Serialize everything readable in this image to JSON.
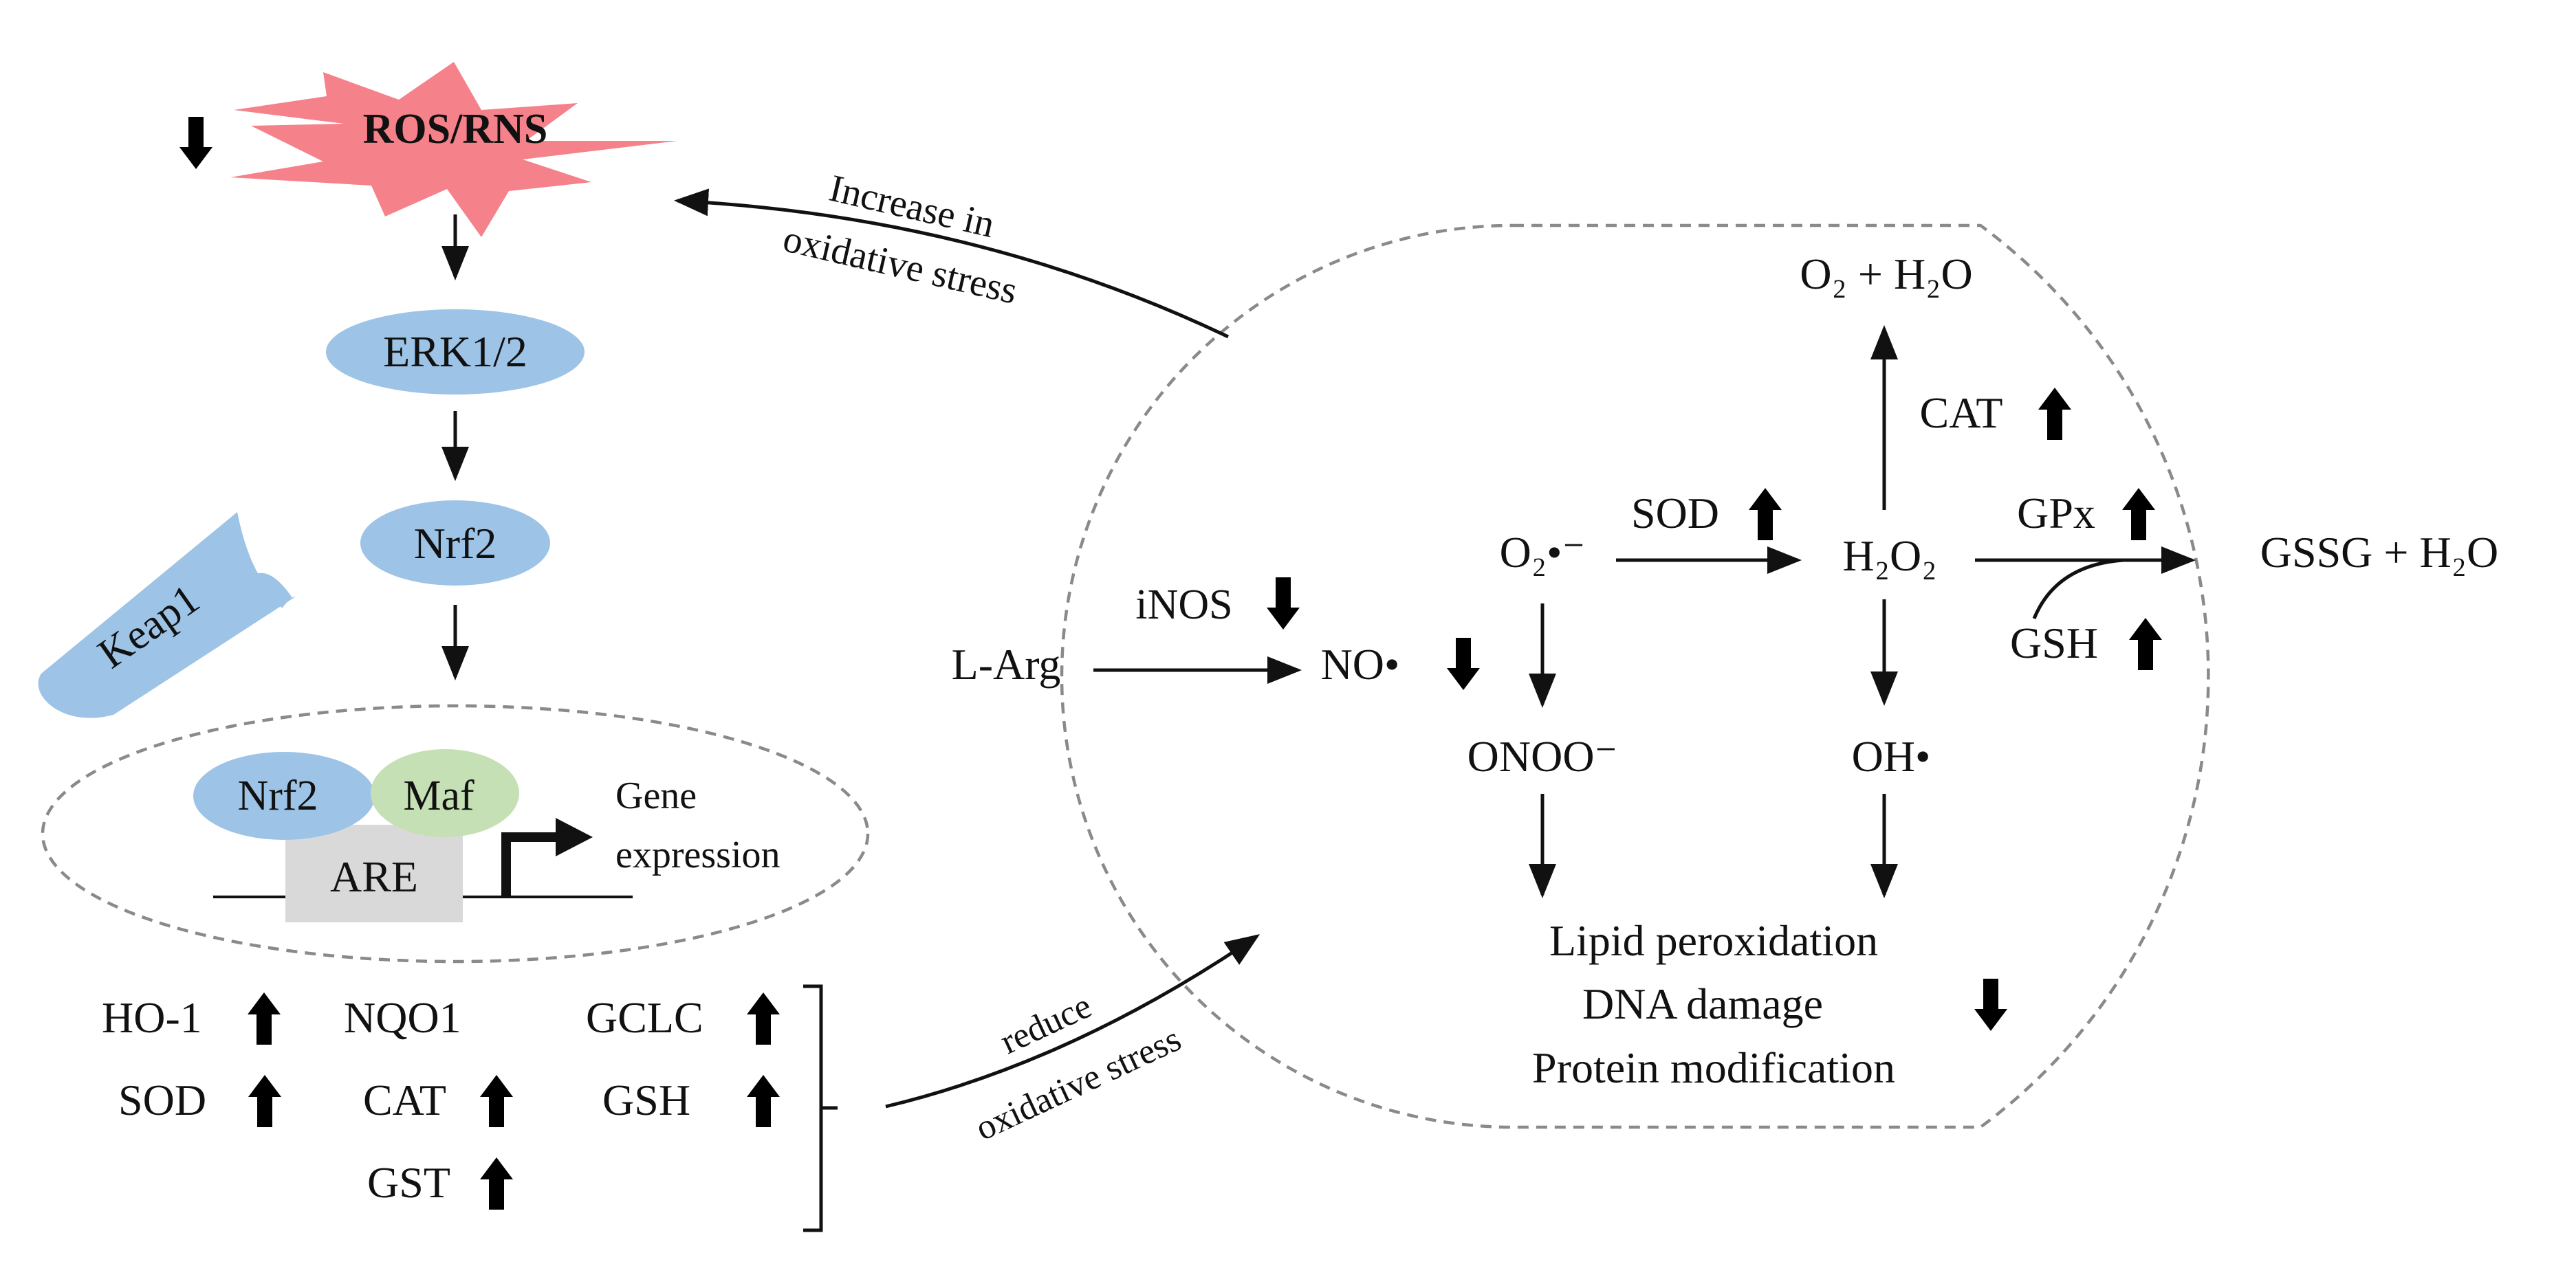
{
  "colors": {
    "ros_burst": "#F5818A",
    "oval_blue": "#9DC3E6",
    "oval_green": "#C5E0B4",
    "are_box": "#D9D9D9",
    "arrow_up_down_green": "#1BB44C",
    "dashed_line": "#8A8A8A"
  },
  "left_pathway": {
    "ros": "ROS/RNS",
    "erk": "ERK1/2",
    "nrf2": "Nrf2",
    "keap1": "Keap1",
    "nucleus": {
      "nrf2": "Nrf2",
      "maf": "Maf",
      "are": "ARE",
      "gene_expression_line1": "Gene",
      "gene_expression_line2": "expression"
    },
    "targets": {
      "ho1": "HO-1",
      "nqo1": "NQO1",
      "gclc": "GCLC",
      "sod": "SOD",
      "cat": "CAT",
      "gsh": "GSH",
      "gst": "GST"
    }
  },
  "annotations": {
    "increase_line1": "Increase in",
    "increase_line2": "oxidative stress",
    "reduce_line1": "reduce",
    "reduce_line2": "oxidative stress"
  },
  "right_pathway": {
    "larg": "L-Arg",
    "inos": "iNOS",
    "no": "NO•",
    "superoxide": "O₂•⁻",
    "sod": "SOD",
    "h2o2": "H₂O₂",
    "o2_h2o": "O₂ + H₂O",
    "cat": "CAT",
    "gpx": "GPx",
    "gssg_h2o": "GSSG + H₂O",
    "gsh": "GSH",
    "onoo": "ONOO⁻",
    "oh": "OH•",
    "damage_1": "Lipid peroxidation",
    "damage_2": "DNA damage",
    "damage_3": "Protein modification"
  },
  "icons": [
    "up-arrow-icon",
    "down-arrow-icon"
  ]
}
